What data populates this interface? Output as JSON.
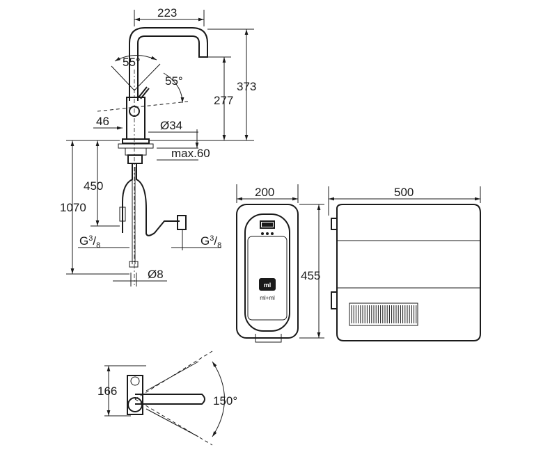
{
  "dimensions": {
    "width_223": "223",
    "angle_55_top": "55°",
    "angle_55_right": "55°",
    "height_277": "277",
    "height_373": "373",
    "dim_46": "46",
    "diam_34": "Ø34",
    "max_60": "max.60",
    "len_450": "450",
    "len_1070": "1070",
    "thread_left_base": "G",
    "thread_left_num": "3",
    "thread_left_den": "8",
    "thread_right_base": "G",
    "thread_right_num": "3",
    "thread_right_den": "8",
    "diam_8": "Ø8",
    "width_200": "200",
    "width_500": "500",
    "height_455": "455",
    "height_166": "166",
    "angle_150": "150°"
  },
  "unit_display": {
    "button_label": "ml",
    "sub_label": "ml+ml"
  }
}
